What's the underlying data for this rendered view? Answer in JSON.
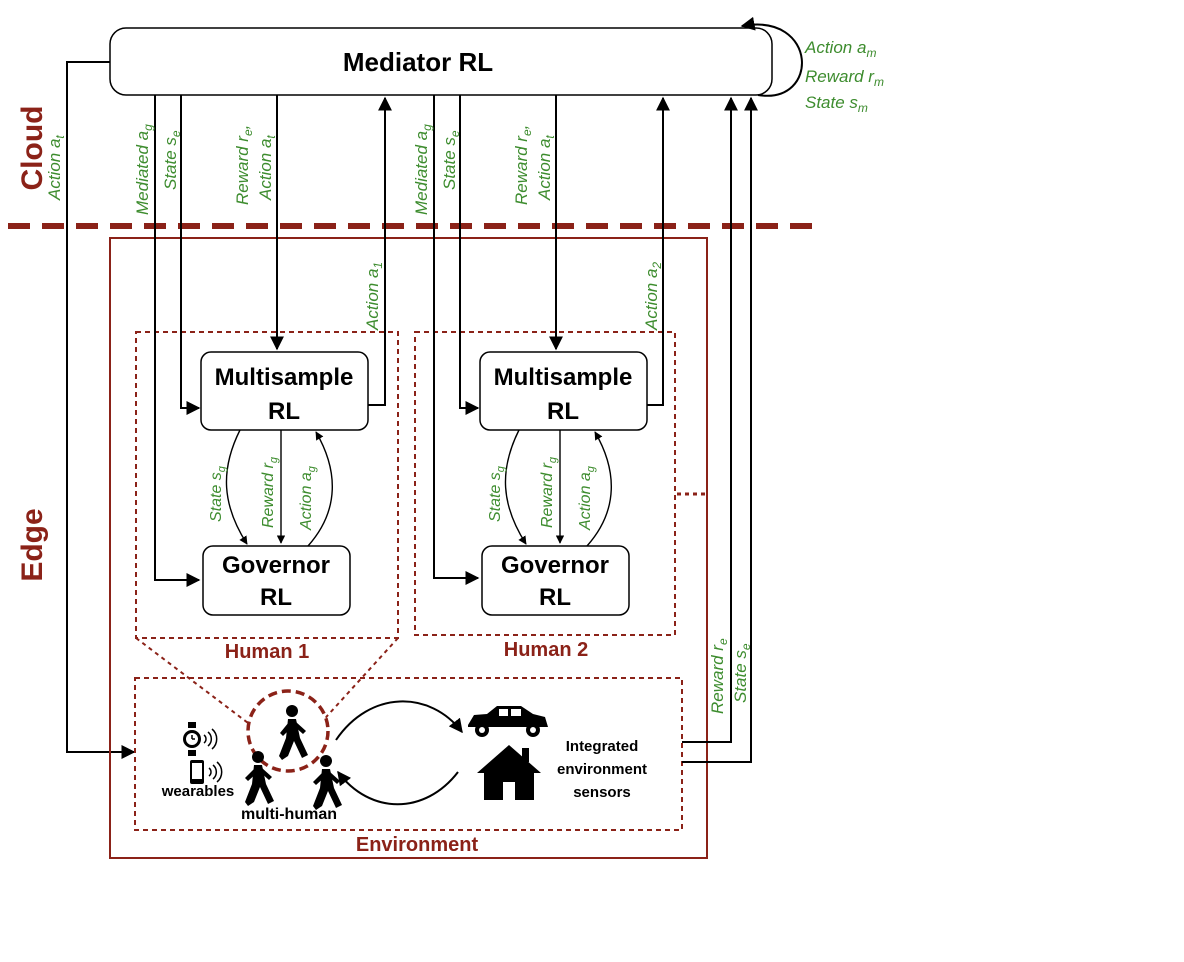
{
  "zones": {
    "cloud": "Cloud",
    "edge": "Edge"
  },
  "mediator": {
    "title": "Mediator RL",
    "self_loop": {
      "action": "Action a",
      "action_sub": "m",
      "reward": "Reward r",
      "reward_sub": "m",
      "state": "State s",
      "state_sub": "m"
    }
  },
  "cloud_labels": {
    "action_t": {
      "text": "Action a",
      "sub": "t"
    },
    "mediated": {
      "text": "Mediated a",
      "sub": "g"
    },
    "state_e": {
      "text": "State s",
      "sub": "e"
    },
    "reward_re": {
      "text": "Reward r",
      "sub": "e",
      "suffix": ","
    },
    "action_at": {
      "text": "Action a",
      "sub": "t"
    }
  },
  "humans": [
    {
      "name": "Human 1",
      "multisample_line1": "Multisample",
      "multisample_line2": "RL",
      "governor_line1": "Governor",
      "governor_line2": "RL",
      "action_up": {
        "text": "Action a",
        "sub": "1"
      },
      "state_g": {
        "text": "State s",
        "sub": "g"
      },
      "reward_g": {
        "text": "Reward r",
        "sub": "g"
      },
      "action_g": {
        "text": "Action a",
        "sub": "g"
      }
    },
    {
      "name": "Human 2",
      "multisample_line1": "Multisample",
      "multisample_line2": "RL",
      "governor_line1": "Governor",
      "governor_line2": "RL",
      "action_up": {
        "text": "Action a",
        "sub": "2"
      },
      "state_g": {
        "text": "State s",
        "sub": "g"
      },
      "reward_g": {
        "text": "Reward r",
        "sub": "g"
      },
      "action_g": {
        "text": "Action a",
        "sub": "g"
      }
    }
  ],
  "environment": {
    "title": "Environment",
    "wearables": "wearables",
    "multi_human": "multi-human",
    "sensors_line1": "Integrated",
    "sensors_line2": "environment",
    "sensors_line3": "sensors",
    "reward_re": {
      "text": "Reward r",
      "sub": "e"
    },
    "state_se": {
      "text": "State s",
      "sub": "e"
    }
  },
  "colors": {
    "green": "#3d8c2e",
    "dark_red": "#8b2218",
    "black": "#000000"
  },
  "icons": [
    "watch-icon",
    "phone-icon",
    "walking-person-icon",
    "car-icon",
    "house-icon"
  ]
}
